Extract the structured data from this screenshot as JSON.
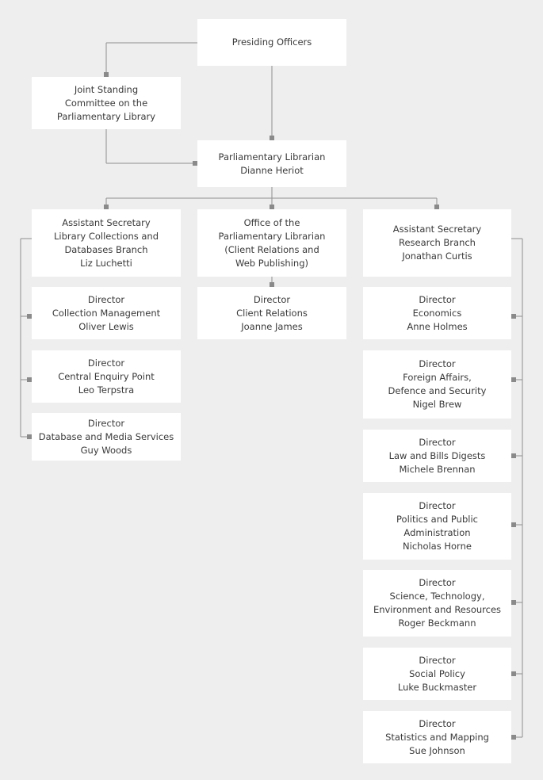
{
  "nodes": {
    "presiding": [
      "Presiding Officers"
    ],
    "jsc": [
      "Joint Standing",
      "Committee on the",
      "Parliamentary Library"
    ],
    "librarian": [
      "Parliamentary Librarian",
      "Dianne Heriot"
    ],
    "as_collections": [
      "Assistant Secretary",
      "Library Collections and",
      "Databases Branch",
      "Liz Luchetti"
    ],
    "office": [
      "Office of the",
      "Parliamentary Librarian",
      "(Client Relations and",
      "Web Publishing)"
    ],
    "as_research": [
      "Assistant Secretary",
      "Research Branch",
      "Jonathan Curtis"
    ],
    "collection_mgmt": [
      "Director",
      "Collection Management",
      "Oliver Lewis"
    ],
    "central_enquiry": [
      "Director",
      "Central Enquiry Point",
      "Leo Terpstra"
    ],
    "database_media": [
      "Director",
      "Database and Media Services",
      "Guy Woods"
    ],
    "client_relations": [
      "Director",
      "Client Relations",
      "Joanne James"
    ],
    "economics": [
      "Director",
      "Economics",
      "Anne Holmes"
    ],
    "foreign_affairs": [
      "Director",
      "Foreign Affairs,",
      "Defence and Security",
      "Nigel Brew"
    ],
    "law_bills": [
      "Director",
      "Law and Bills Digests",
      "Michele Brennan"
    ],
    "politics": [
      "Director",
      "Politics and Public",
      "Administration",
      "Nicholas Horne"
    ],
    "science": [
      "Director",
      "Science, Technology,",
      "Environment and Resources",
      "Roger Beckmann"
    ],
    "social_policy": [
      "Director",
      "Social Policy",
      "Luke Buckmaster"
    ],
    "statistics": [
      "Director",
      "Statistics and Mapping",
      "Sue Johnson"
    ]
  },
  "colors": {
    "background": "#eeeeee",
    "box": "#ffffff",
    "connector": "#8f8f8f",
    "text": "#3a3a3a"
  }
}
